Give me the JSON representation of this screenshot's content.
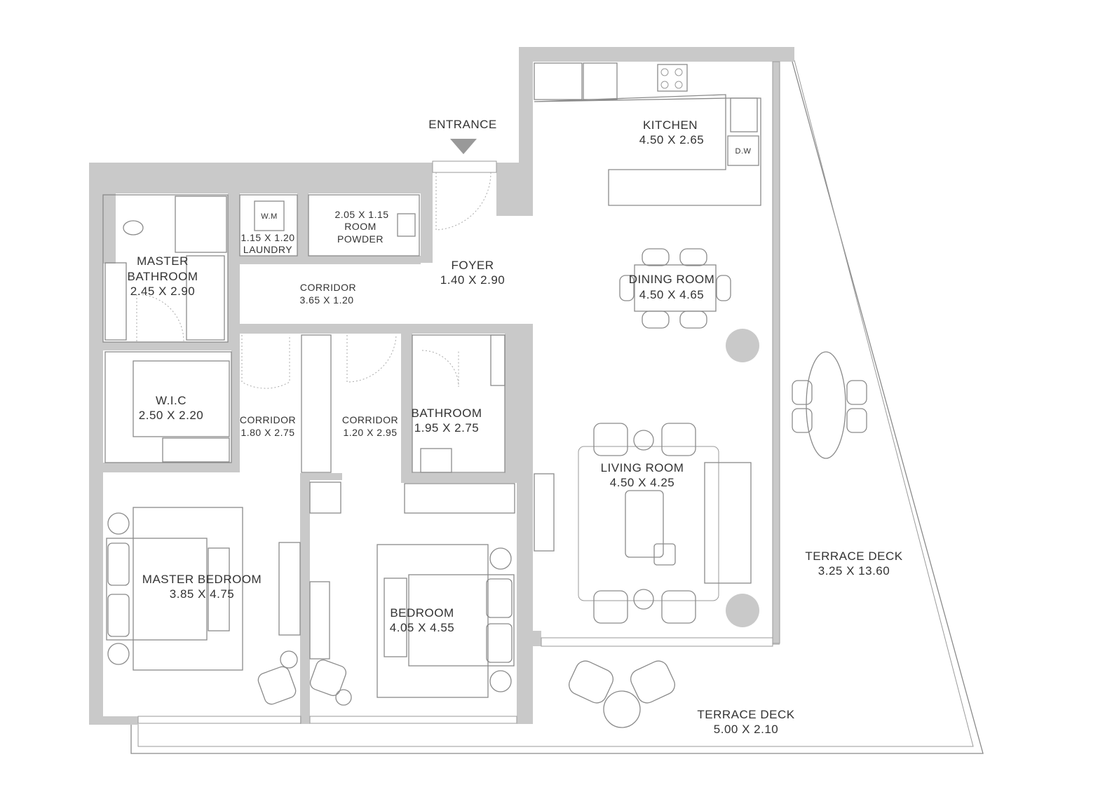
{
  "entrance": "ENTRANCE",
  "rooms": {
    "kitchen": {
      "name": "KITCHEN",
      "size": "4.50 X 2.65"
    },
    "dishwasher": "D.W",
    "washing_machine": "W.M",
    "laundry": {
      "size": "1.15 X 1.20",
      "name": "LAUNDRY"
    },
    "powder": {
      "size": "2.05 X 1.15",
      "name1": "ROOM",
      "name2": "POWDER"
    },
    "master_bathroom": {
      "name1": "MASTER",
      "name2": "BATHROOM",
      "size": "2.45 X 2.90"
    },
    "foyer": {
      "name": "FOYER",
      "size": "1.40 X 2.90"
    },
    "corridor_main": {
      "name": "CORRIDOR",
      "size": "3.65 X 1.20"
    },
    "dining": {
      "name": "DINING ROOM",
      "size": "4.50 X 4.65"
    },
    "wic": {
      "name": "W.I.C",
      "size": "2.50 X 2.20"
    },
    "corridor_left": {
      "name": "CORRIDOR",
      "size": "1.80 X 2.75"
    },
    "corridor_mid": {
      "name": "CORRIDOR",
      "size": "1.20 X 2.95"
    },
    "bathroom": {
      "name": "BATHROOM",
      "size": "1.95 X 2.75"
    },
    "living": {
      "name": "LIVING ROOM",
      "size": "4.50 X 4.25"
    },
    "master_bedroom": {
      "name": "MASTER BEDROOM",
      "size": "3.85 X 4.75"
    },
    "bedroom": {
      "name": "BEDROOM",
      "size": "4.05 X 4.55"
    },
    "terrace_side": {
      "name": "TERRACE DECK",
      "size": "3.25 X 13.60"
    },
    "terrace_front": {
      "name": "TERRACE DECK",
      "size": "5.00 X 2.10"
    }
  }
}
